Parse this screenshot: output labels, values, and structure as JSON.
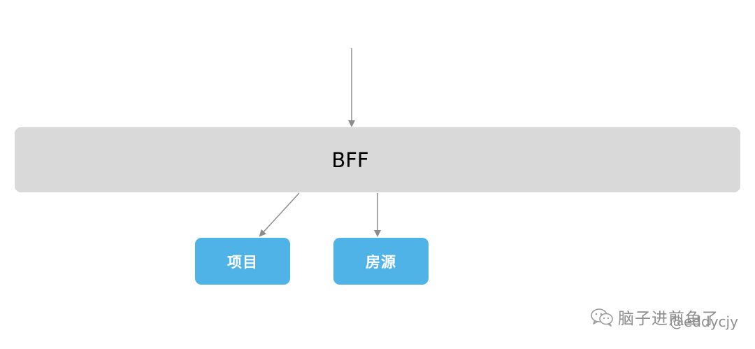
{
  "diagram": {
    "layer": {
      "label": "BFF",
      "color": "#d9d9d9"
    },
    "services": [
      {
        "label": "项目",
        "color": "#4fb3e8"
      },
      {
        "label": "房源",
        "color": "#4fb3e8"
      }
    ],
    "arrow_color": "#8c8c8c"
  },
  "watermark": {
    "icon": "wechat-icon",
    "channel": "脑子进煎鱼了",
    "handle": "@eddycjy"
  }
}
